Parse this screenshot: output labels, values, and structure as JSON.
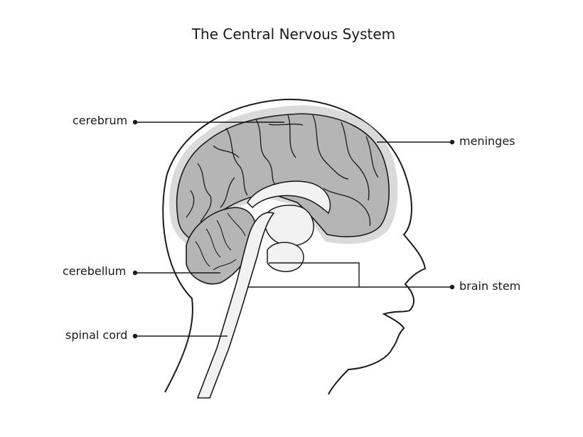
{
  "title": "The Central Nervous System",
  "labels": {
    "cerebrum": "cerebrum",
    "meninges": "meninges",
    "cerebellum": "cerebellum",
    "brain_stem": "brain stem",
    "spinal_cord": "spinal cord"
  },
  "colors": {
    "background": "#ffffff",
    "outline": "#1a1a1a",
    "brain_fill": "#b5b5b5",
    "meninges_fill": "#dadada",
    "inner_fill": "#f2f2f2"
  }
}
